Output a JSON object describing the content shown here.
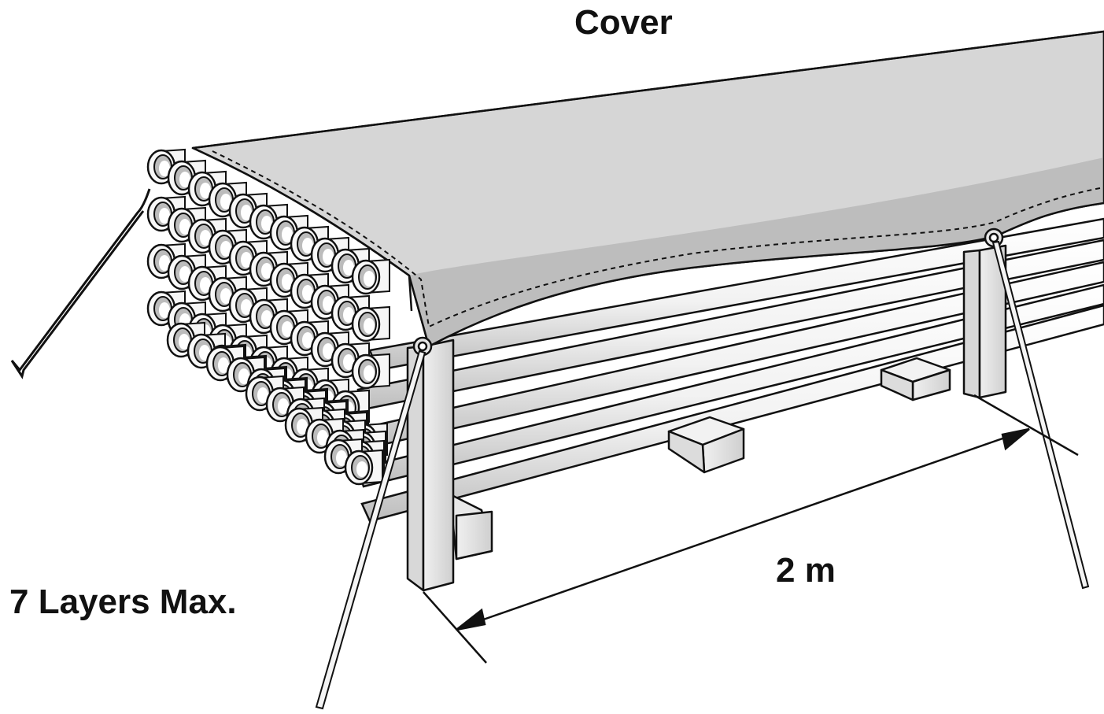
{
  "labels": {
    "cover": "Cover",
    "spacing": "2 m",
    "layers": "7 Layers Max."
  },
  "colors": {
    "ink": "#111111",
    "cover_fill": "#d4d4d4",
    "cover_shadow": "#a9a9a9",
    "pipe_fill": "#f4f4f4",
    "pipe_shadow": "#c8c8c8",
    "wood_fill": "#e6e6e6"
  }
}
